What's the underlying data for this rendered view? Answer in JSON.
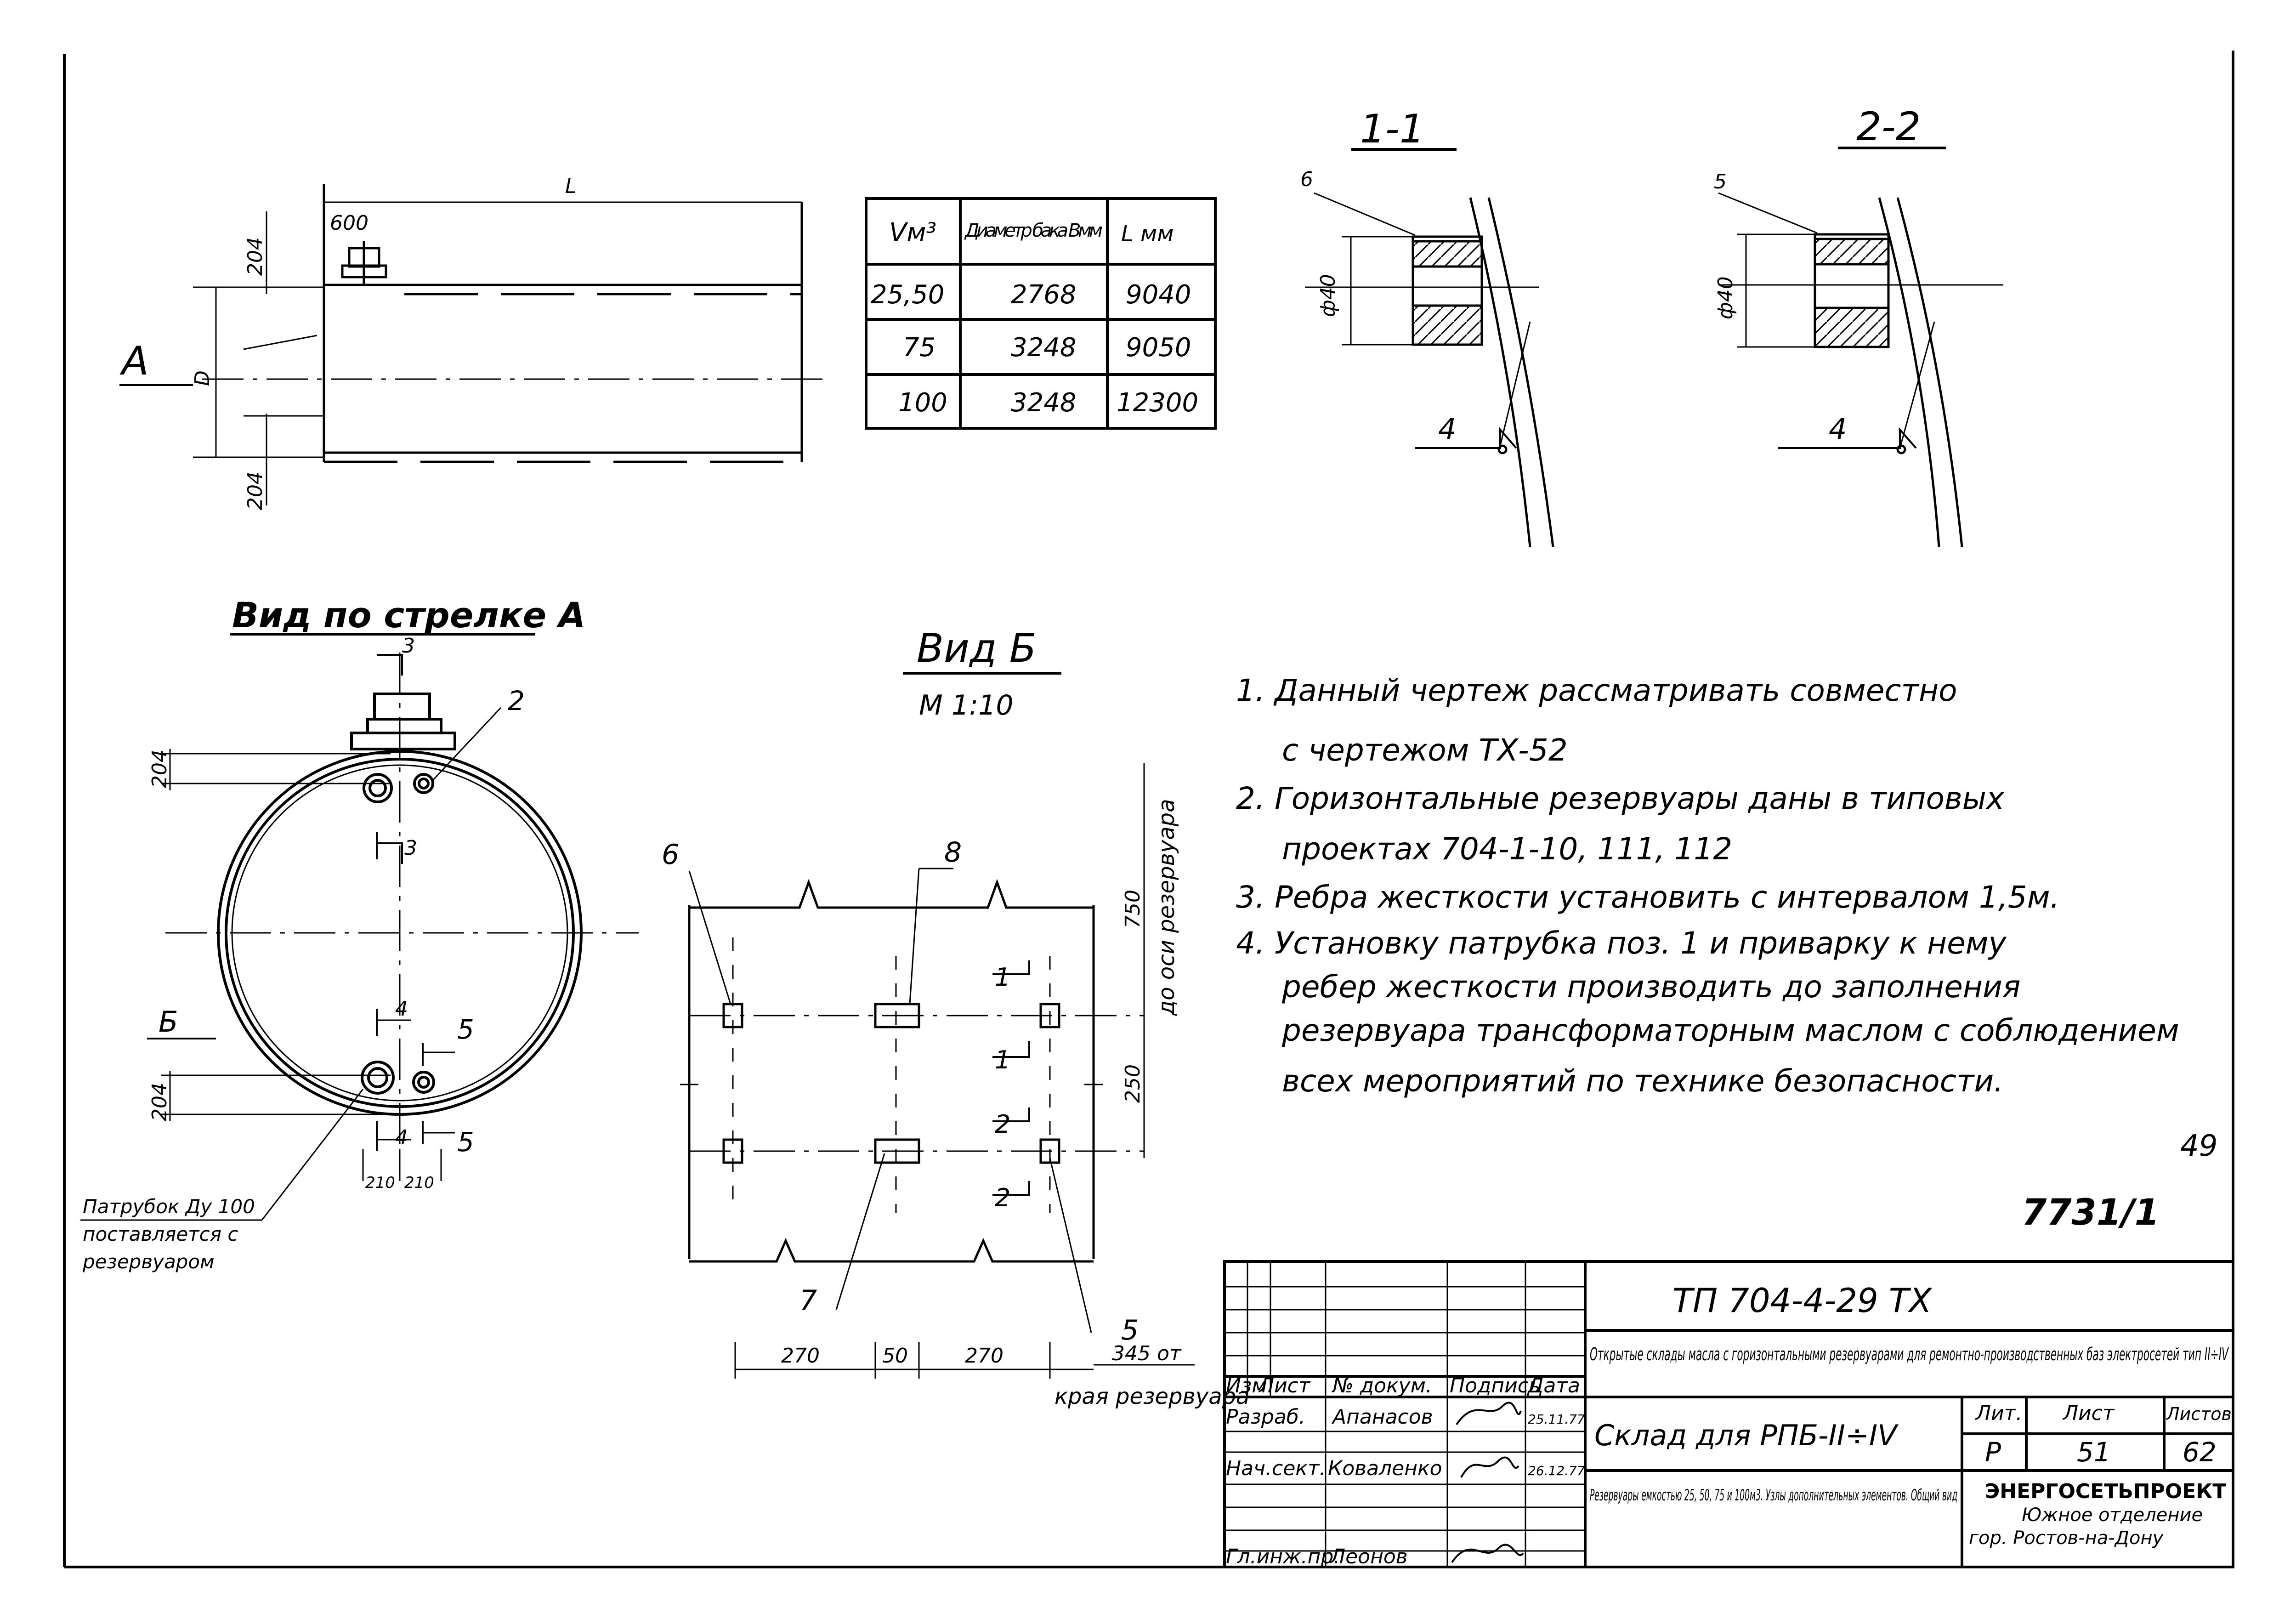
{
  "views": {
    "main": {
      "dim_L": "L",
      "dim_600": "600",
      "dim_204_top": "204",
      "dim_204_bottom": "204",
      "label_A": "A",
      "label_D": "D"
    },
    "section_1_1": {
      "title": "1-1",
      "pos_6": "6",
      "dia": "ф40",
      "pos_4": "4"
    },
    "section_2_2": {
      "title": "2-2",
      "pos_5": "5",
      "dia": "ф40",
      "pos_4": "4"
    },
    "view_A": {
      "title": "Вид по стрелке А",
      "sec_3_top": "3",
      "sec_3_bottom": "3",
      "pos_2": "2",
      "dim_204_top": "204",
      "dim_204_bottom": "204",
      "label_B": "Б",
      "sec_4_top": "4",
      "sec_4_bottom": "4",
      "sec_5_top": "5",
      "sec_5_bottom": "5",
      "dim_210a": "210",
      "dim_210b": "210",
      "pipe_note_1": "Патрубок Ду 100",
      "pipe_note_2": "поставляется с",
      "pipe_note_3": "резервуаром"
    },
    "view_B": {
      "title": "Вид Б",
      "scale": "М 1:10",
      "pos_6": "6",
      "pos_8": "8",
      "pos_7": "7",
      "pos_5": "5",
      "dim_750": "750",
      "axis_note": "до оси резервуара",
      "dim_250": "250",
      "dim_270a": "270",
      "dim_50": "50",
      "dim_270b": "270",
      "dim_345": "345 от",
      "edge_note": "края резервуара",
      "sec_1a": "1",
      "sec_1b": "1",
      "sec_2a": "2",
      "sec_2b": "2"
    }
  },
  "table": {
    "headers": [
      "Vм³",
      "Диаметр бака Вмм",
      "L мм"
    ],
    "rows": [
      [
        "25,50",
        "2768",
        "9040"
      ],
      [
        "75",
        "3248",
        "9050"
      ],
      [
        "100",
        "3248",
        "12300"
      ]
    ]
  },
  "notes": [
    "1. Данный чертеж рассматривать совместно",
    "с чертежом ТХ-52",
    "2. Горизонтальные резервуары даны в типовых",
    "проектах 704-1-10, 111, 112",
    "3. Ребра жесткости установить с интервалом 1,5м.",
    "4. Установку патрубка поз. 1 и приварку к нему",
    "ребер жесткости производить до заполнения",
    "резервуара трансформаторным маслом с соблюдением",
    "всех мероприятий по технике безопасности."
  ],
  "corner_marks": {
    "sheet_small": "49",
    "archive_no": "7731/1"
  },
  "title_block": {
    "doc_code": "ТП 704-4-29 ТХ",
    "project_title": "Открытые склады масла с горизонтальными резервуарами для ремонтно-производственных баз электросетей тип II÷IV",
    "col_izm": "Изм.",
    "col_list": "Лист",
    "col_ndok": "№ докум.",
    "col_podpis": "Подпись",
    "col_data": "Дата",
    "row1_role": "Разраб.",
    "row1_name": "Апанасов",
    "row1_date": "25.11.77",
    "row2_role": "Нач.сект.",
    "row2_name": "Коваленко",
    "row2_date": "26.12.77",
    "row3_role": "Гл.инж.пр.",
    "row3_name": "Леонов",
    "sheet_title": "Склад для РПБ-II÷IV",
    "lit_label": "Лит.",
    "list_label": "Лист",
    "listov_label": "Листов",
    "lit_value": "Р",
    "list_value": "51",
    "listov_value": "62",
    "desc": "Резервуары емкостью 25, 50, 75 и 100м3. Узлы дополнительных элементов. Общий вид",
    "org_1": "ЭНЕРГОСЕТЬПРОЕКТ",
    "org_2": "Южное отделение",
    "org_3": "гор. Ростов-на-Дону"
  }
}
